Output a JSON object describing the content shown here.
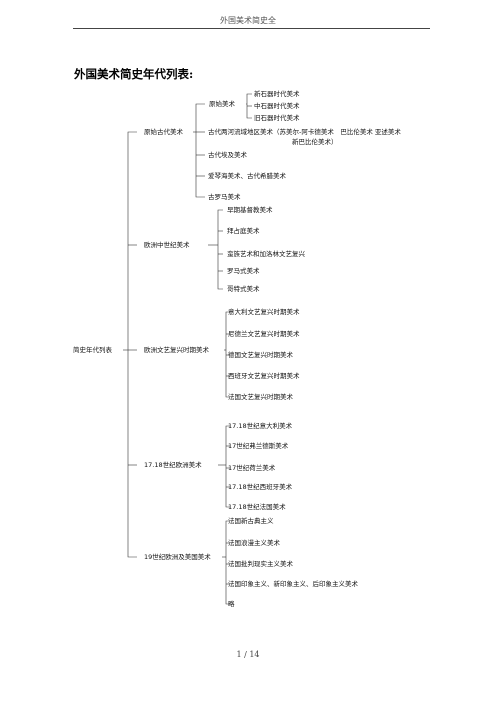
{
  "header": {
    "title": "外国美术简史全"
  },
  "doc_title": "外国美术简史年代列表:",
  "root_label": "简史年代列表",
  "primitive_ancient": {
    "label": "原始古代美术",
    "primitive": {
      "label": "原始美术",
      "items": [
        "新石器时代美术",
        "中石器时代美术",
        "旧石器时代美术"
      ]
    },
    "mesopotamia_line1": "古代两河流域地区美术（苏美尔-阿卡德美术　巴比伦美术  亚述美术",
    "mesopotamia_line2": "新巴比伦美术）",
    "egypt": "古代埃及美术",
    "aegean_greek": "爱琴海美术、古代希腊美术",
    "rome": "古罗马美术"
  },
  "medieval": {
    "label": "欧洲中世纪美术",
    "items": [
      "早期基督教美术",
      "拜占庭美术",
      "蛮族艺术和加洛林文艺复兴",
      "罗马式美术",
      "哥特式美术"
    ]
  },
  "renaissance": {
    "label": "欧洲文艺复兴时期美术",
    "items": [
      "意大利文艺复兴时期美术",
      "尼德兰文艺复兴时期美术",
      "德国文艺复兴时期美术",
      "西班牙文艺复兴时期美术",
      "法国文艺复兴时期美术"
    ]
  },
  "c17_18": {
    "label": "17.18世纪欧洲美术",
    "items": [
      "17.18世纪意大利美术",
      "17世纪弗兰德斯美术",
      "17世纪荷兰美术",
      "17.18世纪西班牙美术",
      "17.18世纪法国美术"
    ]
  },
  "c19": {
    "label": "19世纪欧洲及美国美术",
    "items": [
      "法国新古典主义",
      "法国浪漫主义美术",
      "法国批判现实主义美术",
      "法国印象主义、新印象主义、后印象主义美术",
      "略"
    ]
  },
  "footer": {
    "page": "1 / 14"
  }
}
